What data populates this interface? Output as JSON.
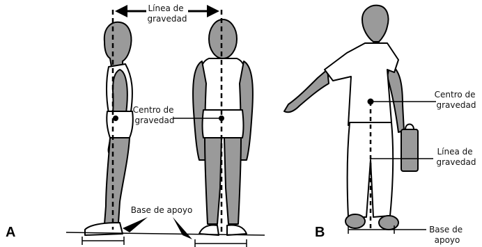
{
  "panels": {
    "a": "A",
    "b": "B"
  },
  "labels": {
    "gravity_line_a": [
      "Línea de",
      "gravedad"
    ],
    "center_a": [
      "Centro de",
      "gravedad"
    ],
    "base_a": "Base de apoyo",
    "center_b": [
      "Centro de",
      "gravedad"
    ],
    "gravity_line_b": [
      "Línea de",
      "gravedad"
    ],
    "base_b": [
      "Base de",
      "apoyo"
    ]
  },
  "colors": {
    "figure_fill": "#9a9a9a",
    "clothing": "#ffffff",
    "ink": "#000000"
  }
}
